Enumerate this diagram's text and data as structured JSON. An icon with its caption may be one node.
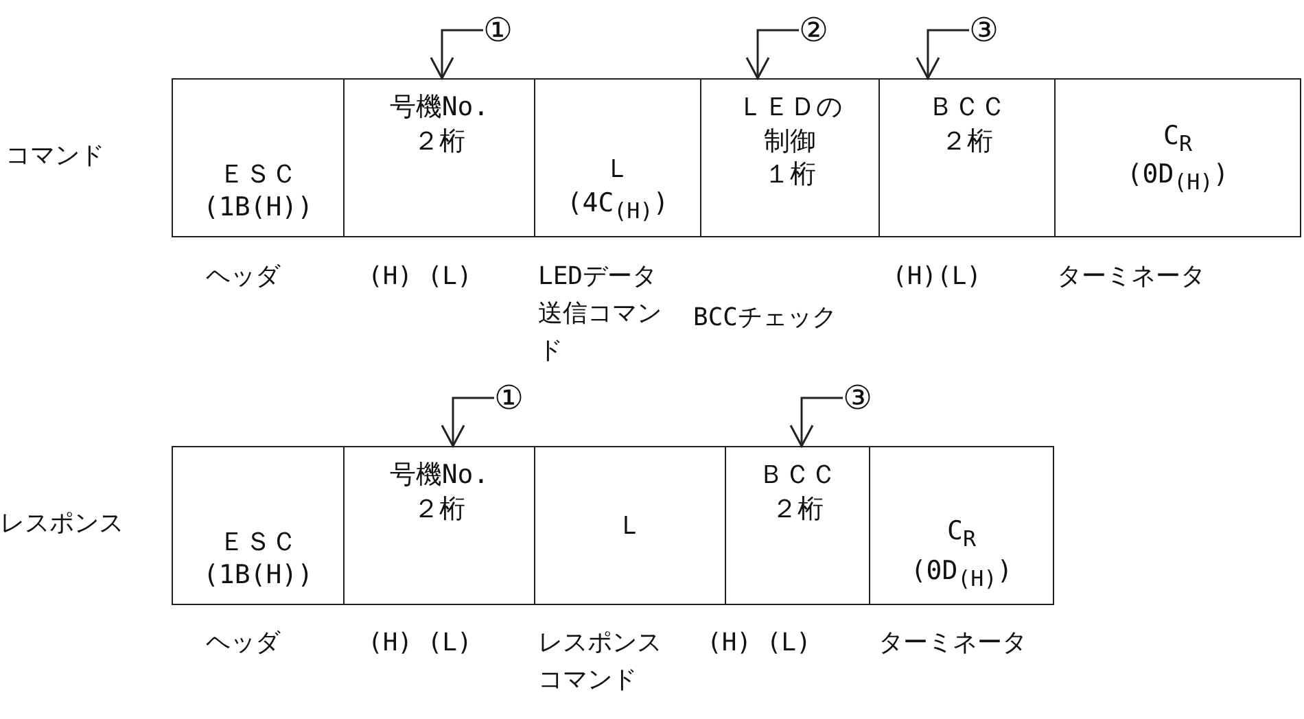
{
  "diagram": {
    "nodes": [
      {
        "text": [
          "①"
        ]
      },
      {
        "text": [
          "②"
        ]
      },
      {
        "text": [
          "③"
        ]
      },
      {
        "text": [
          "ＥＳＣ",
          "(1B(H))"
        ]
      },
      {
        "text": [
          "号機No.",
          "２桁"
        ]
      },
      {
        "text": [
          "Ｌ",
          "(4C$_{(H)}$)"
        ]
      },
      {
        "text": [
          "ＬＥＤの制御",
          "１桁"
        ]
      },
      {
        "text": [
          "ＢＣＣ",
          "２桁"
        ]
      },
      {
        "text": [
          "C$_{R}$",
          "(0D$_{(H)}$)"
        ]
      },
      {
        "text": [
          "①"
        ]
      },
      {
        "text": [
          "③"
        ]
      },
      {
        "text": [
          "ＥＳＣ",
          "(1B(H))"
        ]
      },
      {
        "text": [
          "号機No.",
          "２桁"
        ]
      },
      {
        "text": [
          "Ｌ"
        ]
      },
      {
        "text": [
          "ＢＣＣ",
          "２桁"
        ]
      },
      {
        "text": [
          "C$_{R}$",
          "(0D$_{(H)}$)"
        ]
      }
    ],
    "edges": [
      {
        "from": 0,
        "to": 4,
        "arrow": "to"
      },
      {
        "from": 1,
        "to": 6,
        "arrow": "to"
      },
      {
        "from": 2,
        "to": 7,
        "arrow": "to"
      },
      {
        "from": 9,
        "to": 12,
        "arrow": "to"
      },
      {
        "from": 10,
        "to": 14,
        "arrow": "to"
      }
    ],
    "labels": [
      "コマンド",
      "ヘッダ",
      "(H) (L)",
      "LEDデータ送信コマンド",
      "(H)(L)",
      "ターミネータ",
      "BCCチェック",
      "レスポンス",
      "ヘッダ",
      "(H) (L)",
      "レスポンスコマンド",
      "(H) (L)",
      "ターミネータ"
    ]
  }
}
